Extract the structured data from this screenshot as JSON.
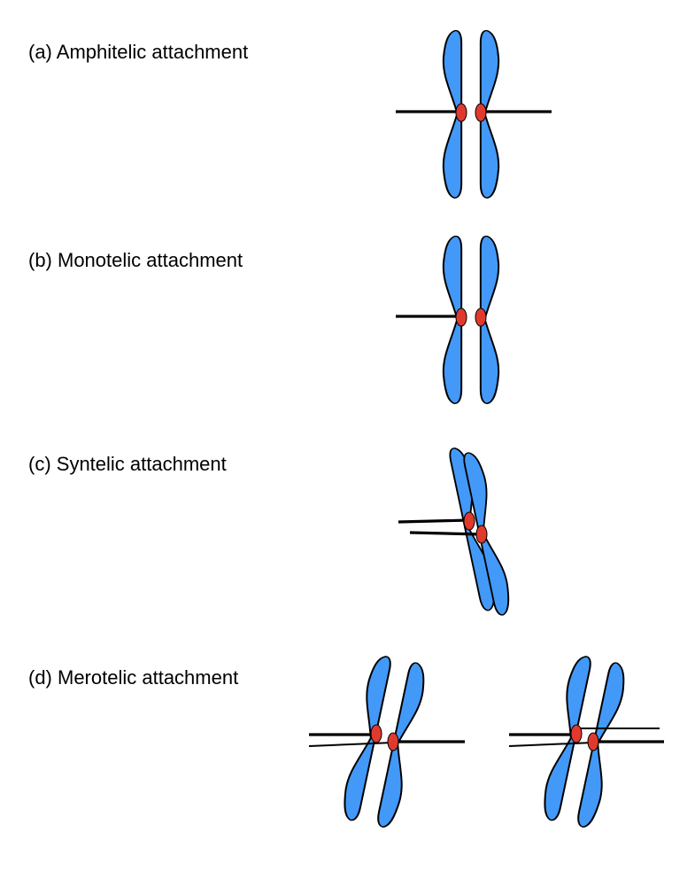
{
  "panels": {
    "a": {
      "label": "(a) Amphitelic attachment"
    },
    "b": {
      "label": "(b) Monotelic attachment"
    },
    "c": {
      "label": "(c) Syntelic attachment"
    },
    "d": {
      "label": "(d) Merotelic attachment"
    }
  },
  "colors": {
    "chromatid": "#4399f8",
    "kinetochore": "#e03a2e",
    "microtubule": "#000000"
  }
}
